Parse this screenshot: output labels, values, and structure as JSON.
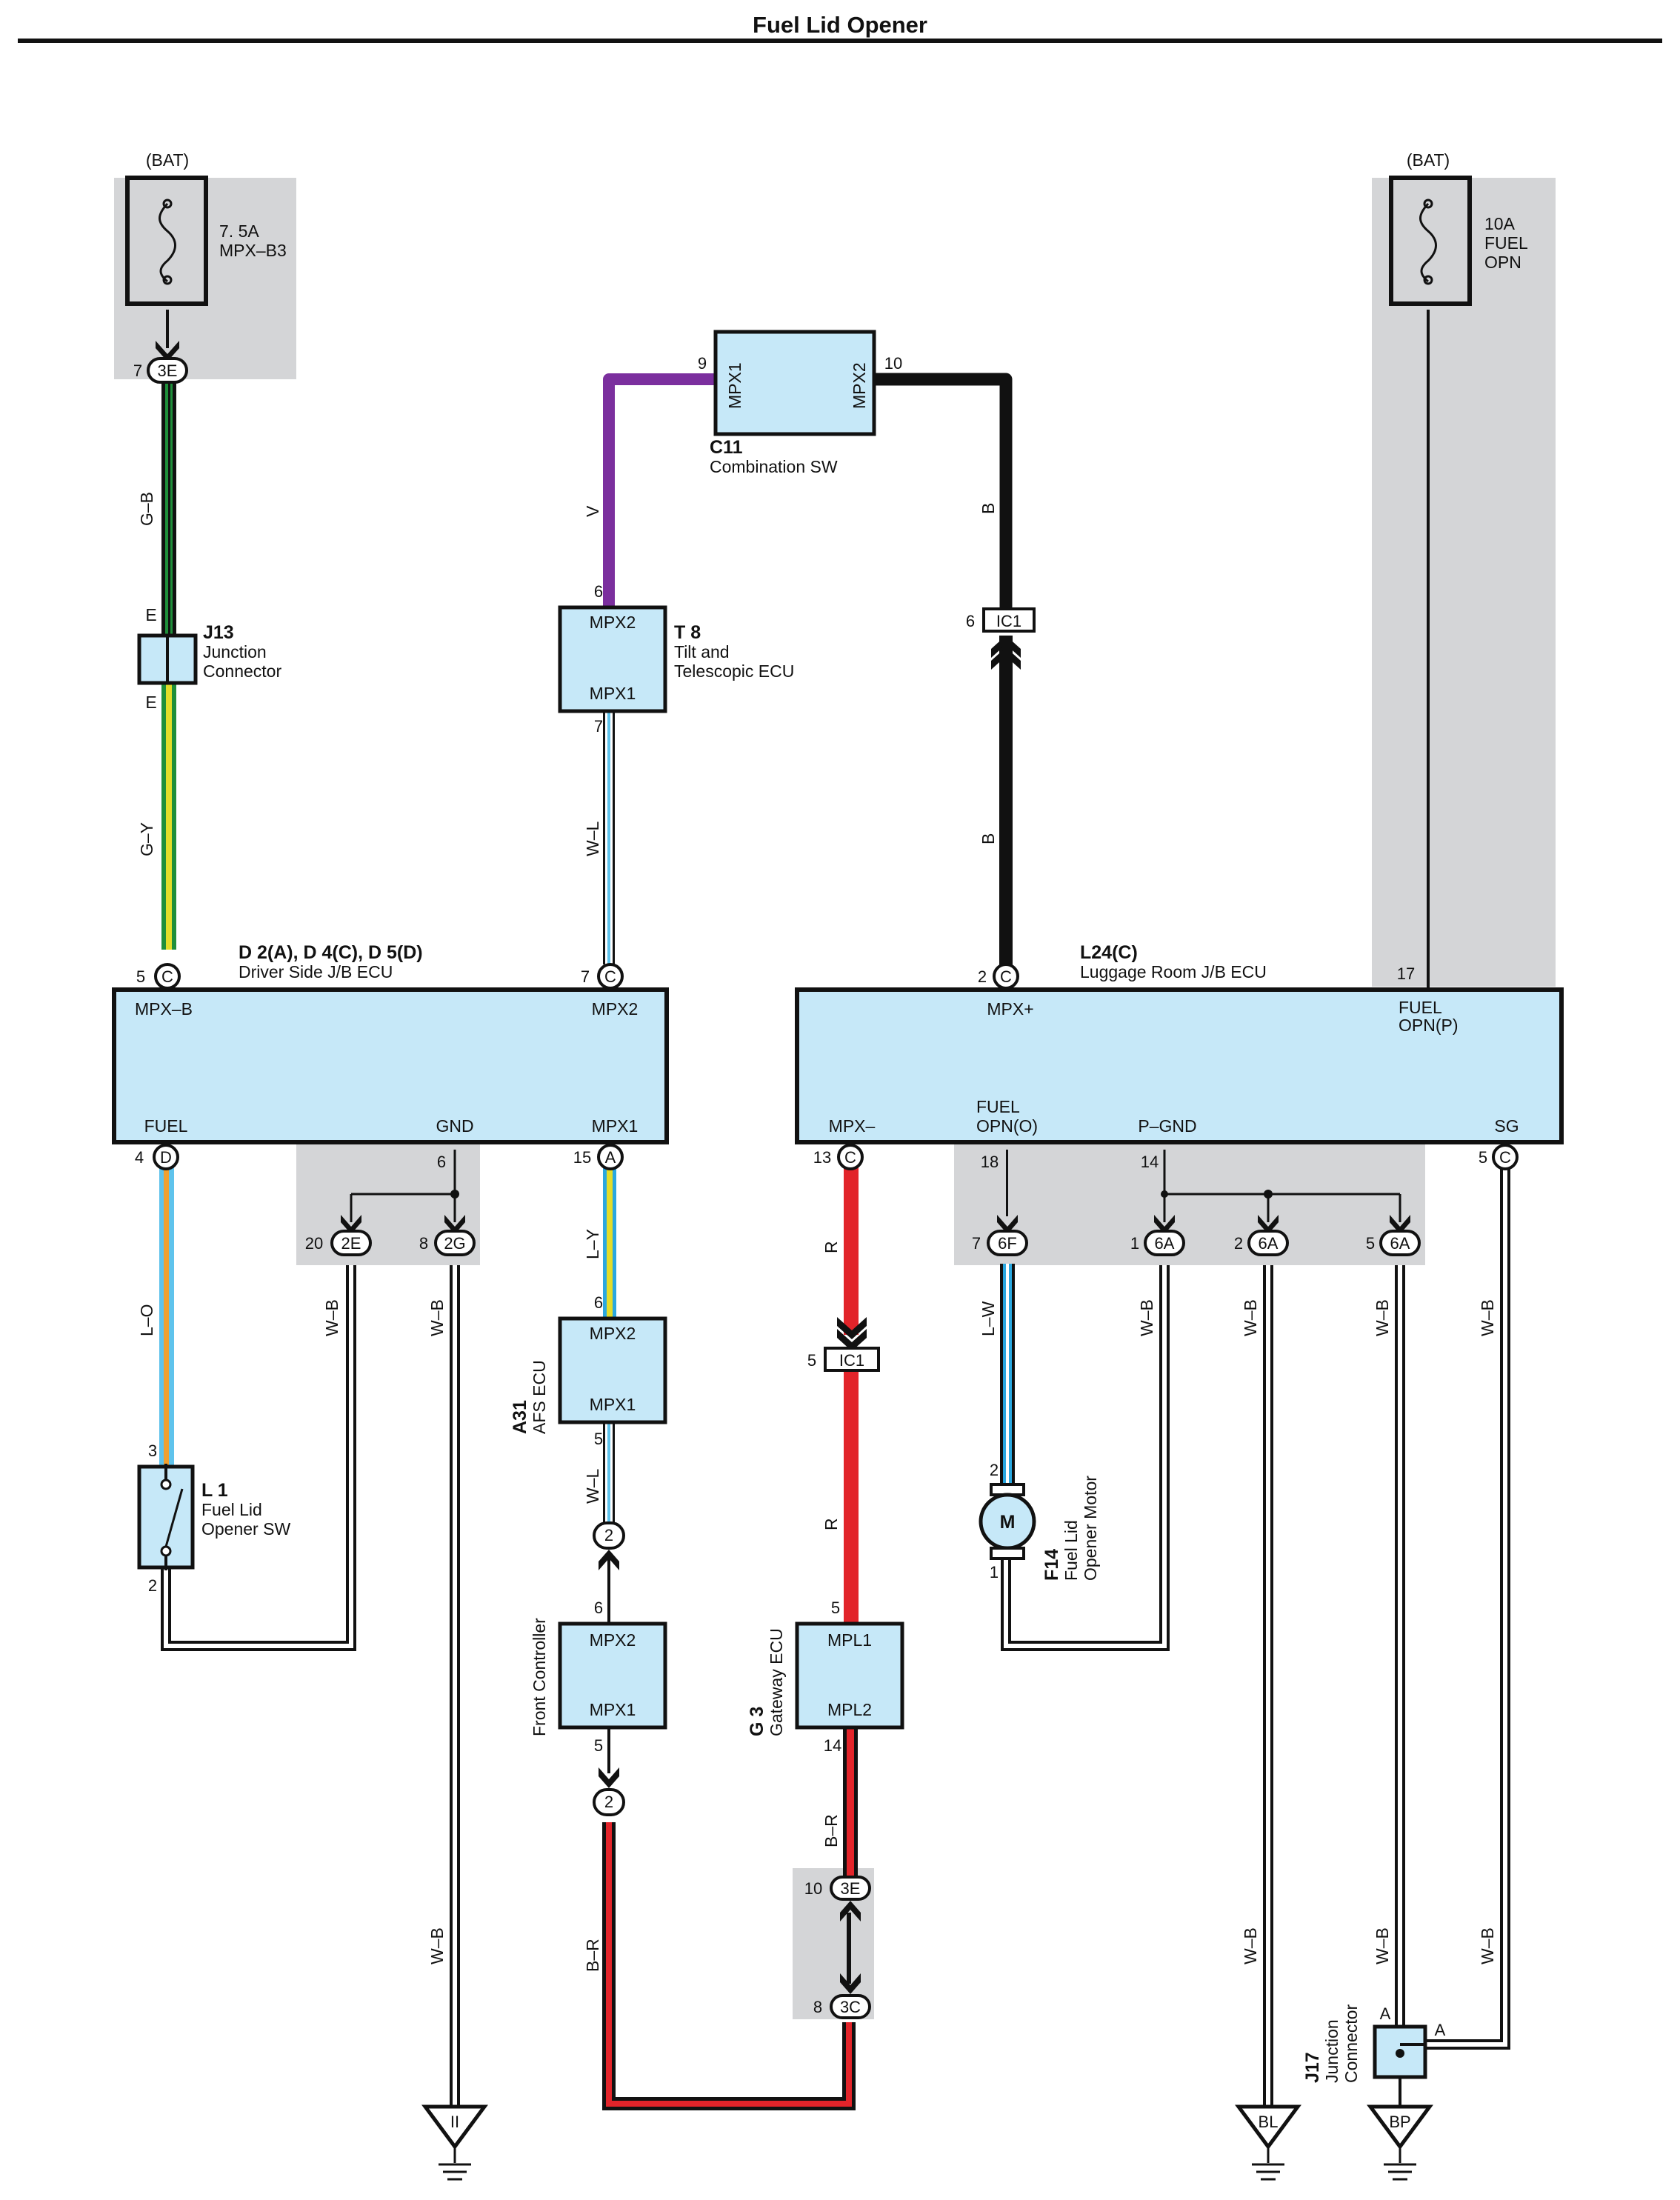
{
  "title": "Fuel Lid Opener",
  "colors": {
    "ecu_fill": "#c6e8f8",
    "shade": "#d4d5d7",
    "wire_green": "#1f8f3a",
    "wire_yellow": "#e3dd2a",
    "wire_purple": "#7b2f9e",
    "wire_black": "#111111",
    "wire_red": "#e2242a",
    "wire_orange": "#f0a030",
    "wire_light_blue": "#5fc3ec",
    "wire_blue": "#2aa8e0"
  },
  "fuses": {
    "left": {
      "source": "(BAT)",
      "rating": "7. 5A",
      "name": "MPX–B3"
    },
    "right": {
      "source": "(BAT)",
      "rating": "10A",
      "name1": "FUEL",
      "name2": "OPN"
    }
  },
  "components": {
    "driver_jb": {
      "id": "D 2(A), D 4(C), D 5(D)",
      "name": "Driver Side J/B ECU",
      "pins": {
        "mpx_b": "MPX–B",
        "mpx2": "MPX2",
        "fuel": "FUEL",
        "gnd": "GND",
        "mpx1": "MPX1"
      }
    },
    "luggage_jb": {
      "id": "L24(C)",
      "name": "Luggage Room J/B ECU",
      "pins": {
        "mpx_plus": "MPX+",
        "fuel_opn_p1": "FUEL",
        "fuel_opn_p2": "OPN(P)",
        "mpx_minus": "MPX–",
        "fuel_opn_o1": "FUEL",
        "fuel_opn_o2": "OPN(O)",
        "p_gnd": "P–GND",
        "sg": "SG"
      }
    },
    "combination_sw": {
      "id": "C11",
      "name": "Combination SW",
      "pin1": "MPX1",
      "pin2": "MPX2"
    },
    "tilt_ecu": {
      "id": "T 8",
      "name1": "Tilt and",
      "name2": "Telescopic ECU",
      "pin1": "MPX2",
      "pin2": "MPX1"
    },
    "afs_ecu": {
      "id": "A31",
      "name": "AFS ECU",
      "pin1": "MPX2",
      "pin2": "MPX1"
    },
    "front_controller": {
      "name": "Front Controller",
      "pin1": "MPX2",
      "pin2": "MPX1"
    },
    "gateway_ecu": {
      "id": "G 3",
      "name": "Gateway ECU",
      "pin1": "MPL1",
      "pin2": "MPL2"
    },
    "j13": {
      "id": "J13",
      "name1": "Junction",
      "name2": "Connector",
      "pin_top": "E",
      "pin_bottom": "E"
    },
    "j17": {
      "id": "J17",
      "name1": "Junction",
      "name2": "Connector",
      "pin_left": "A",
      "pin_right": "A"
    },
    "fuel_lid_sw": {
      "id": "L 1",
      "name1": "Fuel Lid",
      "name2": "Opener SW",
      "pin_top": "3",
      "pin_bottom": "2"
    },
    "fuel_lid_motor": {
      "id": "F14",
      "name1": "Fuel Lid",
      "name2": "Opener Motor",
      "symbol": "M",
      "pin_top": "2",
      "pin_bottom": "1"
    }
  },
  "connectors": {
    "c3E_top": {
      "pin": "7",
      "code": "3E"
    },
    "c2E": {
      "pin": "20",
      "code": "2E"
    },
    "c2G": {
      "pin": "8",
      "code": "2G"
    },
    "c6F": {
      "pin": "7",
      "code": "6F"
    },
    "c6A1": {
      "pin": "1",
      "code": "6A"
    },
    "c6A2": {
      "pin": "2",
      "code": "6A"
    },
    "c6A3": {
      "pin": "5",
      "code": "6A"
    },
    "c3E_bot": {
      "pin": "10",
      "code": "3E"
    },
    "c3C": {
      "pin": "8",
      "code": "3C"
    },
    "ic1_top": {
      "pin": "6",
      "code": "IC1"
    },
    "ic1_bot": {
      "pin": "5",
      "code": "IC1"
    },
    "round2_a": {
      "code": "2"
    },
    "round2_b": {
      "code": "2"
    }
  },
  "pins": {
    "d_mpxb": {
      "num": "5",
      "letter": "C"
    },
    "d_mpx2": {
      "num": "7",
      "letter": "C"
    },
    "d_fuel": {
      "num": "4",
      "letter": "D"
    },
    "d_gnd": {
      "num": "6"
    },
    "d_mpx1": {
      "num": "15",
      "letter": "A"
    },
    "l_mpxp": {
      "num": "2",
      "letter": "C"
    },
    "l_fuelp": {
      "num": "17"
    },
    "l_mpxm": {
      "num": "13",
      "letter": "C"
    },
    "l_fuelo": {
      "num": "18"
    },
    "l_pgnd": {
      "num": "14"
    },
    "l_sg": {
      "num": "5",
      "letter": "C"
    },
    "c11_mpx1": "9",
    "c11_mpx2": "10",
    "t8_mpx2": "6",
    "t8_mpx1": "7",
    "a31_mpx2": "6",
    "a31_mpx1": "5",
    "fc_mpx2": "6",
    "fc_mpx1": "5",
    "g3_mpl1": "5",
    "g3_mpl2": "14"
  },
  "wires": {
    "g_b": "G–B",
    "g_y": "G–Y",
    "v": "V",
    "b1": "B",
    "b2": "B",
    "w_l1": "W–L",
    "l_o": "L–O",
    "w_b_2e": "W–B",
    "w_b_2g": "W–B",
    "w_b_2g_low": "W–B",
    "l_y": "L–Y",
    "w_l2": "W–L",
    "b_r1": "B–R",
    "r1": "R",
    "r2": "R",
    "b_r2": "B–R",
    "l_w": "L–W",
    "w_b_6a1": "W–B",
    "w_b_6a2": "W–B",
    "w_b_6a2_low": "W–B",
    "w_b_6a3": "W–B",
    "w_b_6a3_low": "W–B",
    "w_b_sg": "W–B",
    "w_b_sg_low": "W–B"
  },
  "grounds": {
    "g1": "II",
    "g2": "BL",
    "g3": "BP"
  }
}
